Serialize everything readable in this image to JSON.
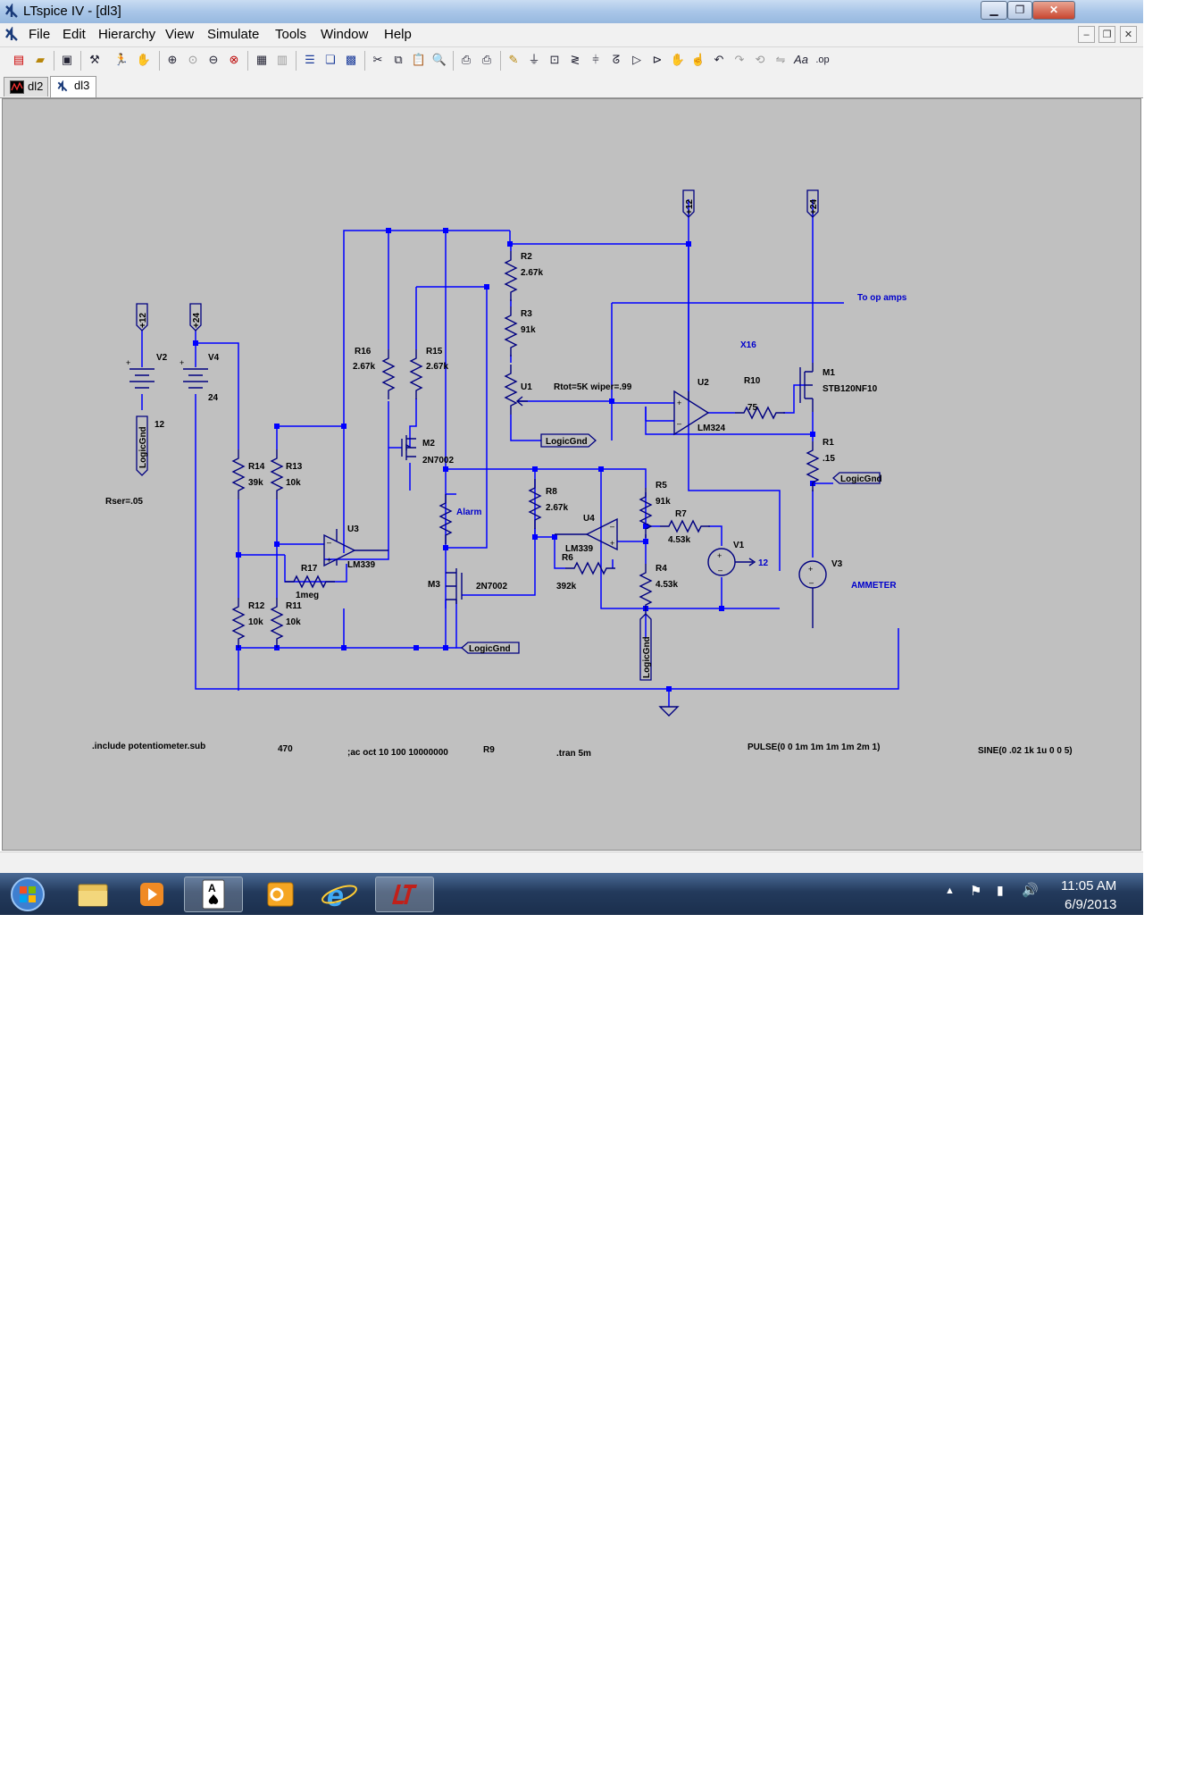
{
  "window": {
    "title": "LTspice IV - [dl3]"
  },
  "menu": {
    "items": [
      "File",
      "Edit",
      "Hierarchy",
      "View",
      "Simulate",
      "Tools",
      "Window",
      "Help"
    ]
  },
  "toolbar": {
    "icons": [
      "new-schematic-icon",
      "open-icon",
      "save-icon",
      "control-panel-icon",
      "run-icon",
      "halt-icon",
      "zoom-in-icon",
      "zoom-pan-icon",
      "zoom-out-icon",
      "zoom-fit-icon",
      "autorange-icon",
      "zoom-back-icon",
      "tile-horizontal-icon",
      "cascade-icon",
      "close-all-icon",
      "cut-icon",
      "copy-icon",
      "paste-icon",
      "find-icon",
      "print-setup-icon",
      "print-icon",
      "draw-wire-icon",
      "ground-icon",
      "label-net-icon",
      "resistor-icon",
      "capacitor-icon",
      "inductor-icon",
      "diode-icon",
      "component-icon",
      "move-icon",
      "drag-icon",
      "undo-icon",
      "redo-icon",
      "rotate-icon",
      "mirror-icon",
      "text-icon",
      "spice-directive-icon"
    ]
  },
  "tabs": [
    {
      "label": "dl2",
      "icon": "waveform-icon"
    },
    {
      "label": "dl3",
      "icon": "schematic-icon"
    }
  ],
  "schematic": {
    "labels": {
      "p12_a": "+12",
      "p24_a": "+24",
      "p12_b": "+12",
      "p24_b": "+24",
      "V2": "V2",
      "V2_val": "12",
      "V4": "V4",
      "V4_val": "24",
      "logicgnd_v2": "LogicGnd",
      "rser": "Rser=.05",
      "R14": "R14",
      "R14_val": "39k",
      "R13": "R13",
      "R13_val": "10k",
      "R12": "R12",
      "R12_val": "10k",
      "R11": "R11",
      "R11_val": "10k",
      "R17": "R17",
      "R17_val": "1meg",
      "U3": "U3",
      "U3_val": "LM339",
      "R16": "R16",
      "R16_val": "2.67k",
      "R15": "R15",
      "R15_val": "2.67k",
      "M2": "M2",
      "M2_val": "2N7002",
      "Alarm": "Alarm",
      "M3": "M3",
      "M3_val": "2N7002",
      "logicgnd_m3": "LogicGnd",
      "R2": "R2",
      "R2_val": "2.67k",
      "R3": "R3",
      "R3_val": "91k",
      "U1": "U1",
      "U1_val": "Rtot=5K wiper=.99",
      "logicgnd_u1": "LogicGnd",
      "R8": "R8",
      "R8_val": "2.67k",
      "R6": "R6",
      "R6_val": "392k",
      "U4": "U4",
      "U4_val": "LM339",
      "R5": "R5",
      "R5_val": "91k",
      "R7": "R7",
      "R7_val": "4.53k",
      "R4": "R4",
      "R4_val": "4.53k",
      "V1": "V1",
      "V1_out": "12",
      "logicgnd_r4": "LogicGnd",
      "to_op_amps": "To op amps",
      "X16": "X16",
      "U2": "U2",
      "U2_val": "LM324",
      "R10": "R10",
      "R10_val": "75",
      "M1": "M1",
      "M1_val": "STB120NF10",
      "R1": "R1",
      "R1_val": ".15",
      "logicgnd_r1": "LogicGnd",
      "V3": "V3",
      "V3_val": "AMMETER"
    },
    "directives": {
      "include": ".include potentiometer.sub",
      "val470": "470",
      "ac": ";ac oct 10 100 10000000",
      "r9": "R9",
      "tran": ".tran 5m",
      "pulse": "PULSE(0 0 1m 1m 1m 1m 2m 1)",
      "sine": "SINE(0 .02 1k 1u 0 0 5)"
    },
    "colors": {
      "wire": "#0000ff",
      "component": "#000080",
      "background": "#c0c0c0",
      "text": "#000000",
      "junction": "#0000ff"
    }
  },
  "taskbar": {
    "apps": [
      "start-orb-icon",
      "explorer-icon",
      "media-player-icon",
      "solitaire-icon",
      "outlook-icon",
      "internet-explorer-icon",
      "ltspice-icon"
    ],
    "tray": [
      "show-hidden-icon",
      "action-center-flag-icon",
      "network-icon",
      "volume-icon"
    ],
    "time": "11:05 AM",
    "date": "6/9/2013"
  }
}
